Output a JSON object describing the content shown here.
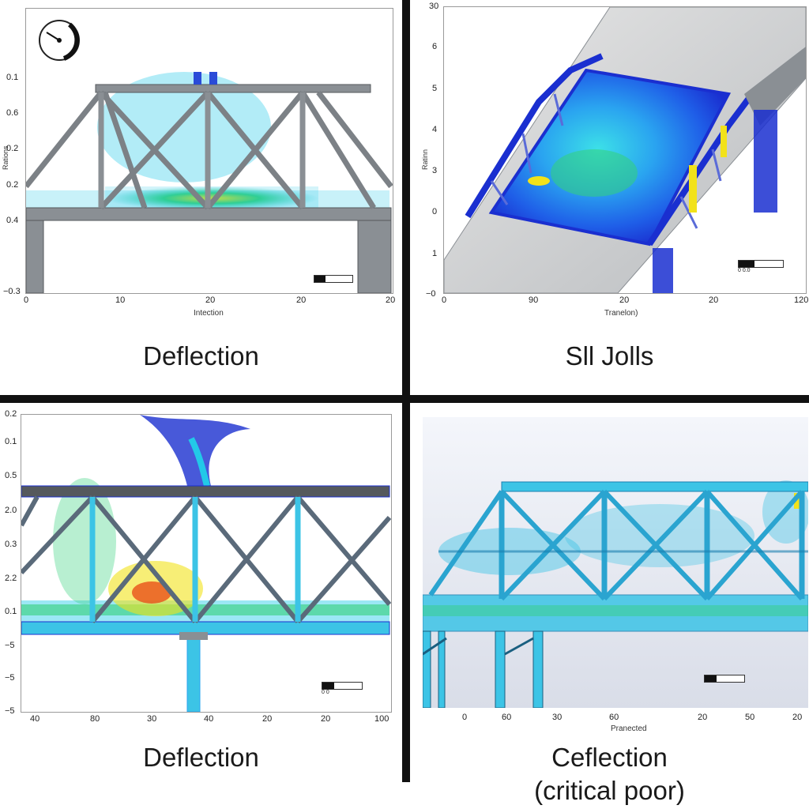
{
  "panels": {
    "top_left": {
      "caption": "Deflection",
      "y_axis_title": "Rations",
      "x_axis_label": "Intection",
      "y_ticks": [
        "0.1",
        "0.6",
        "0.2",
        "0.2",
        "0.4",
        "−0.3"
      ],
      "x_ticks": [
        "0",
        "10",
        "20",
        "20",
        "20"
      ]
    },
    "top_right": {
      "caption": "Sll Jolls",
      "y_axis_title": "Ratinn",
      "x_axis_label": "Tranelon)",
      "y_ticks": [
        "30",
        "6",
        "5",
        "4",
        "3",
        "0",
        "1",
        "−0"
      ],
      "x_ticks": [
        "0",
        "90",
        "20",
        "20",
        "120"
      ],
      "scale_label": "0                    0.0"
    },
    "bottom_left": {
      "caption": "Deflection",
      "y_ticks": [
        "0.2",
        "0.1",
        "0.5",
        "2.0",
        "0.3",
        "2.2",
        "0.1",
        "−5",
        "−5",
        "−5"
      ],
      "x_ticks": [
        "40",
        "80",
        "30",
        "40",
        "20",
        "20",
        "100"
      ],
      "scale_label": "0                 0"
    },
    "bottom_right": {
      "caption_line1": "Ceflection",
      "caption_line2": "(critical poor)",
      "x_axis_label": "Pranected",
      "x_ticks": [
        "0",
        "60",
        "30",
        "60",
        "20",
        "50",
        "20"
      ]
    }
  },
  "colors": {
    "steel": "#8a8f94",
    "steel_dark": "#55595d",
    "stress_low": "#1a2fd0",
    "stress_mid": "#22c9e8",
    "stress_high": "#f2e21a",
    "stress_peak": "#e8501a",
    "beam_cyan": "#3cc4e6",
    "divider": "#111111"
  }
}
